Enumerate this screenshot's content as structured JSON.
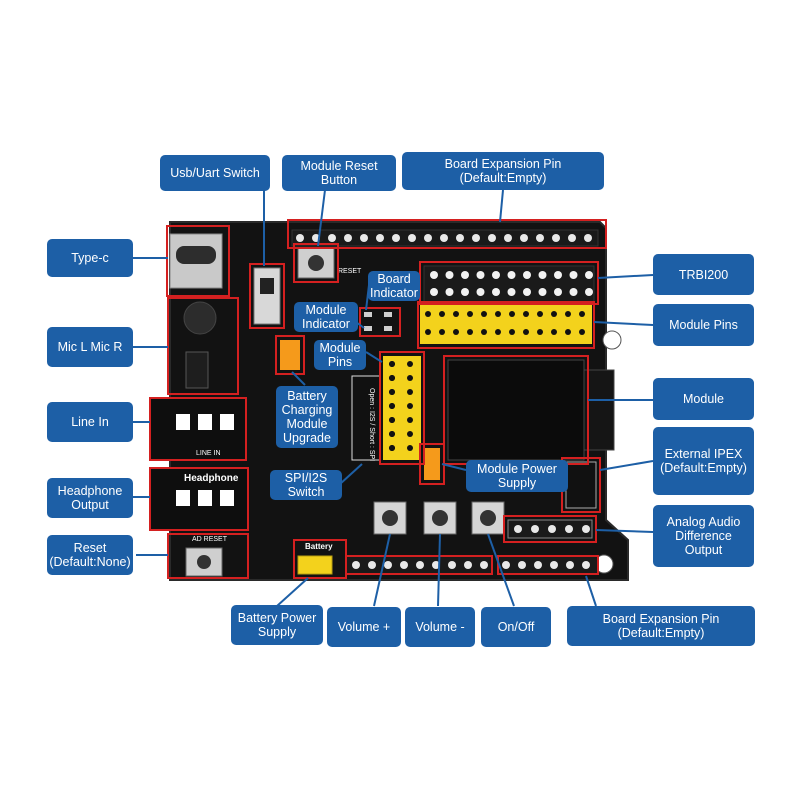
{
  "colors": {
    "callout_fill": "#1d5fa6",
    "callout_text": "#ffffff",
    "leader_line": "#1d5fa6",
    "highlight_box": "#d42020",
    "pcb": "#111111",
    "header_yellow": "#f3d21c",
    "jumper_orange": "#f59a1b"
  },
  "callouts": {
    "usb_uart_switch": "Usb/Uart Switch",
    "module_reset_button": "Module Reset\nButton",
    "board_expansion_pin_top": "Board Expansion Pin\n(Default:Empty)",
    "type_c": "Type-c",
    "trbi200": "TRBI200",
    "board_indicator": "Board\nIndicator",
    "module_indicator": "Module\nIndicator",
    "module_pins_right": "Module Pins",
    "mic": "Mic L   Mic R",
    "module_pins_center": "Module\nPins",
    "module": "Module",
    "line_in": "Line In",
    "battery_charging": "Battery\nCharging\nModule\nUpgrade",
    "external_ipex": "External IPEX\n(Default:Empty)",
    "module_power_supply": "Module Power\nSupply",
    "headphone_output": "Headphone\nOutput",
    "spi_i2s_switch": "SPI/I2S\nSwitch",
    "analog_audio": "Analog Audio\nDifference Output",
    "reset": "Reset\n(Default:None)",
    "battery_power_supply": "Battery Power\nSupply",
    "volume_plus": "Volume +",
    "volume_minus": "Volume -",
    "on_off": "On/Off",
    "board_expansion_pin_bottom": "Board Expansion Pin\n(Default:Empty)"
  },
  "board_silkscreen": {
    "line_in": "LINE IN",
    "headphone": "Headphone",
    "ad_reset": "AD RESET",
    "battery": "Battery",
    "open_short": "Open : I2S\nShort : SPI",
    "reset": "RESET"
  }
}
